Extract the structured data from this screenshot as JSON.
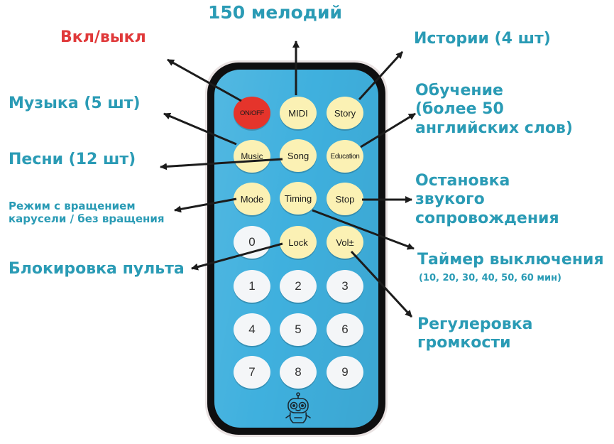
{
  "labels": {
    "melodies": "150 мелодий",
    "power": "Вкл/выкл",
    "stories": "Истории (4 шт)",
    "music": "Музыка (5 шт)",
    "education_l1": "Обучение",
    "education_l2": "(более 50",
    "education_l3": "английских слов)",
    "songs": "Песни (12 шт)",
    "stop_l1": "Остановка",
    "stop_l2": "звукого",
    "stop_l3": "сопровождения",
    "mode_l1": "Режим с вращением",
    "mode_l2": "карусели / без вращения",
    "timer_l1": "Таймер выключения",
    "timer_l2": "(10, 20, 30, 40, 50, 60 мин)",
    "lock": "Блокировка пульта",
    "volume_l1": "Регулеровка",
    "volume_l2": "громкости"
  },
  "remote": {
    "buttons": {
      "onoff": "ON/OFF",
      "midi": "MIDI",
      "story": "Story",
      "music": "Music",
      "song": "Song",
      "education": "Education",
      "mode": "Mode",
      "timing": "Timing",
      "stop": "Stop",
      "zero": "0",
      "lock": "Lock",
      "vol": "Vol±",
      "n1": "1",
      "n2": "2",
      "n3": "3",
      "n4": "4",
      "n5": "5",
      "n6": "6",
      "n7": "7",
      "n8": "8",
      "n9": "9"
    }
  },
  "colors": {
    "label_teal": "#2a9bb5",
    "label_red": "#e0393a",
    "remote_blue": "#3fb0de",
    "remote_frame": "#0f0f10",
    "button_yellow": "#fbf1b4",
    "button_white": "#f4f6f8",
    "button_power": "#e5342b",
    "arrow": "#1c1c1c"
  }
}
